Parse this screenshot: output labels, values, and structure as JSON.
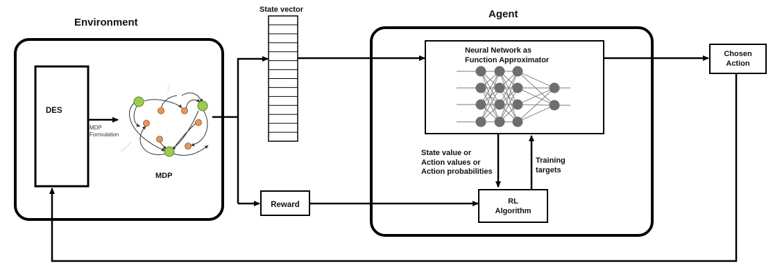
{
  "environment": {
    "title": "Environment",
    "des_label": "DES",
    "mdp_formulation": "MDP\nFormulation",
    "mdp_label": "MDP"
  },
  "state_vector": {
    "title": "State vector"
  },
  "agent": {
    "title": "Agent",
    "nn_label": "Neural Network as\nFunction Approximator",
    "outputs_label": "State value or\nAction values or\nAction probabilities",
    "training_label": "Training\ntargets",
    "rl_label": "RL\nAlgorithm"
  },
  "reward": {
    "label": "Reward"
  },
  "chosen_action": {
    "label": "Chosen\nAction"
  }
}
